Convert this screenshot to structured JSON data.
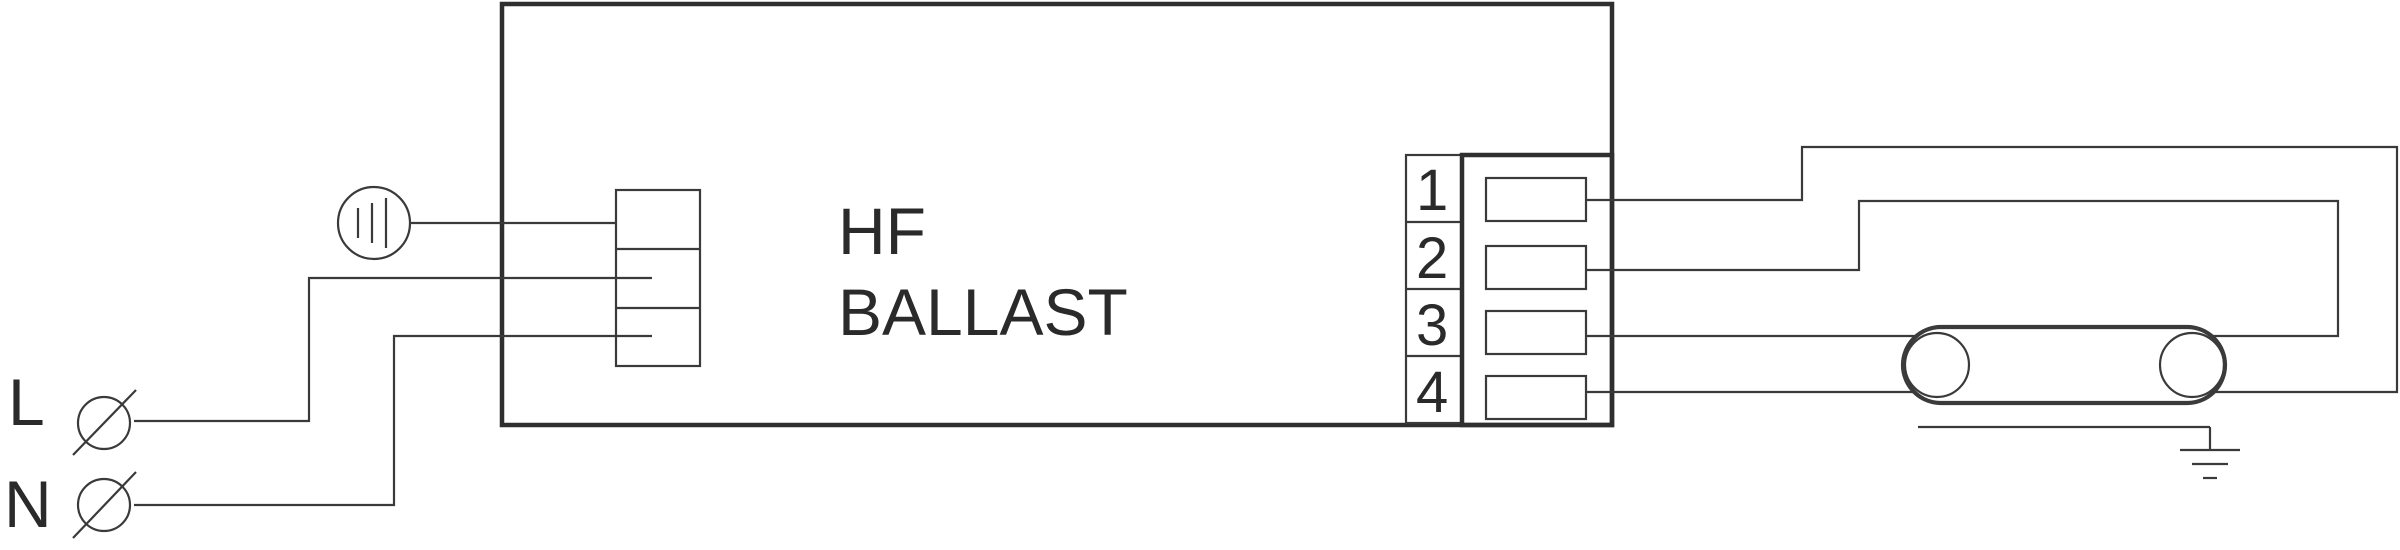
{
  "ballast": {
    "line1": "HF",
    "line2": "BALLAST"
  },
  "terminals": {
    "t1": "1",
    "t2": "2",
    "t3": "3",
    "t4": "4"
  },
  "supply": {
    "live": "L",
    "neutral": "N"
  },
  "symbols": {
    "earth_terminal": "earth-terminal-icon",
    "ground": "ground-icon",
    "lamp": "fluorescent-lamp-icon",
    "fuse_terminal": "screw-terminal-icon"
  },
  "colors": {
    "line": "#3a3a3a",
    "background": "#ffffff"
  }
}
